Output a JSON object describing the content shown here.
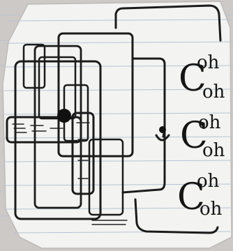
{
  "sketch": {
    "labels": [
      {
        "big": "C",
        "small": "oh"
      },
      {
        "big": "",
        "small": "oh"
      },
      {
        "big": "C",
        "small": "oh"
      },
      {
        "big": "",
        "small": "oh"
      },
      {
        "big": "C",
        "small": "oh"
      },
      {
        "big": "",
        "small": "oh"
      }
    ]
  }
}
